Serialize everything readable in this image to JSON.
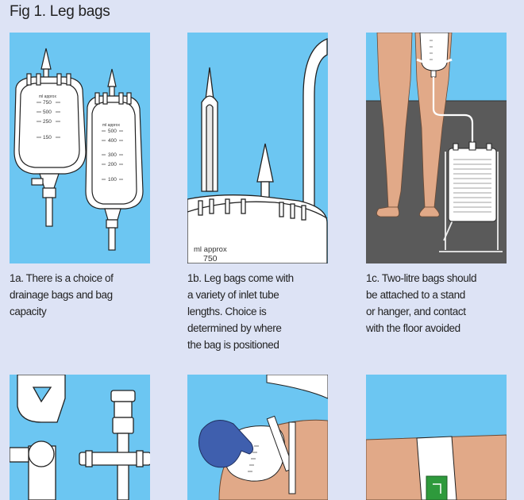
{
  "figure": {
    "title": "Fig 1. Leg bags"
  },
  "panels": {
    "p1a": {
      "bag_large": {
        "label": "ml approx",
        "marks": [
          "750",
          "500",
          "250",
          "150"
        ]
      },
      "bag_small": {
        "label": "ml approx",
        "marks": [
          "500",
          "400",
          "300",
          "200",
          "100"
        ]
      },
      "caption": [
        "1a. There is a choice of",
        "drainage bags and bag",
        "capacity"
      ]
    },
    "p1b": {
      "bag_label": "ml approx",
      "bag_value": "750",
      "caption": [
        "1b. Leg bags come with",
        "a variety of inlet tube",
        "lengths. Choice is",
        "determined by where",
        "the bag is positioned"
      ]
    },
    "p1c": {
      "caption": [
        "1c. Two-litre bags should",
        "be attached to a stand",
        "or hanger, and contact",
        "with the floor avoided"
      ]
    }
  },
  "colors": {
    "page_bg": "#dde3f5",
    "panel_sky": "#6cc6f2",
    "skin": "#e1a988",
    "floor": "#5a5a5a",
    "glove": "#3f5fae",
    "green_label": "#2e9a3c"
  }
}
